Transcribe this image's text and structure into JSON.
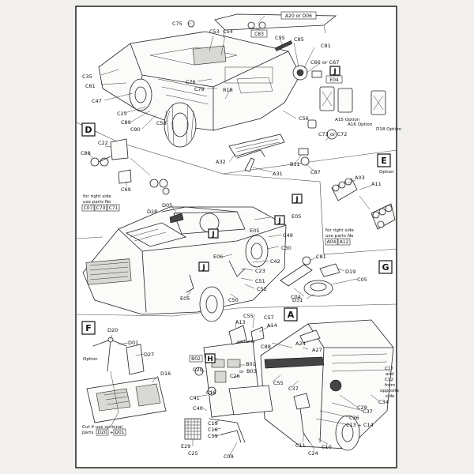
{
  "top_labels": {
    "a20_or_d06": "A20 or D06",
    "c83": "C83",
    "c75": "C75",
    "c53": "C53",
    "c54": "C54",
    "c95": "C95",
    "c85": "C85",
    "c81": "C81",
    "c66_or_c67": "C66 or C67",
    "c35": "C35",
    "c61": "C61",
    "c47": "C47",
    "c76": "C76",
    "c78": "C78",
    "r18": "R18",
    "e04": "E04",
    "c25": "C25",
    "c89": "C89",
    "c90": "C90",
    "c58": "C58",
    "c56": "C56",
    "a15_option": "A15 Option",
    "a16_option": "A16 Option",
    "d18_option": "D18 Option",
    "c73_or_c72": "C73 or C72",
    "a32": "A32",
    "a31": "A31",
    "b11": "B11",
    "c87": "C87",
    "j": "J"
  },
  "section_d": {
    "letter": "D",
    "c22": "C22",
    "c88": "C88",
    "c69": "C69",
    "note_line1": "for right side",
    "note_line2": "use parts No",
    "note_parts": [
      "C07",
      "C70",
      "C71"
    ]
  },
  "section_e": {
    "letter": "E",
    "option": "Option",
    "a03": "A03",
    "a11": "A11",
    "note_line1": "for right side",
    "note_line2": "use parts No",
    "note_parts": [
      "A04",
      "A12"
    ]
  },
  "middle_labels": {
    "d28": "D28",
    "d05": "D05",
    "j": "J",
    "e05": "E05",
    "c49": "C49",
    "c30": "C30",
    "c42": "C42",
    "c23": "C23",
    "c51": "C51",
    "c52": "C52",
    "c50": "C50",
    "e06": "E06"
  },
  "section_g": {
    "letter": "G",
    "c81": "C81",
    "d19": "D19",
    "c05": "C05",
    "c04": "C04",
    "d31": "D31"
  },
  "section_f": {
    "letter": "F",
    "d20": "D20",
    "d01": "D01",
    "d27": "D27",
    "d16": "D16",
    "option": "Option",
    "cut_note_line1": "Cut if use optional",
    "cut_note_line2": "parts",
    "cut_parts": [
      "D20",
      "D01"
    ],
    "plus": "+"
  },
  "section_a": {
    "letter": "A",
    "c55": "C55",
    "a13": "A13",
    "c57": "C57",
    "a14": "A14",
    "variants": "variants",
    "c88": "C88",
    "a24": "A24",
    "a27": "A27",
    "b02": "B02",
    "h": "H",
    "b01": "B01",
    "or": "or",
    "b03": "B03",
    "c20": "C20",
    "c26": "C26",
    "c41": "C41",
    "c18": "C18",
    "c40": "C40",
    "c19": "C19",
    "c16": "C16",
    "c59": "C59",
    "c55b": "C55",
    "c37": "C37",
    "c29": "C29",
    "c34": "C34",
    "c37b": "C37",
    "c36": "C36",
    "c13": "C13",
    "c14": "C14",
    "c17_line1": "C17",
    "c17_line2": "and",
    "c17_line3": "C12",
    "c17_line4": "from",
    "c17_line5": "opposite",
    "c17_line6": "side",
    "e29": "E29",
    "c25": "C25",
    "c09": "C09",
    "c11": "C11",
    "c24": "C24",
    "c10": "C10"
  },
  "icons": [
    "tyre-icon",
    "jerrycan-icon",
    "searchlight-icon",
    "mesh-grille-icon",
    "mirror-icon"
  ]
}
